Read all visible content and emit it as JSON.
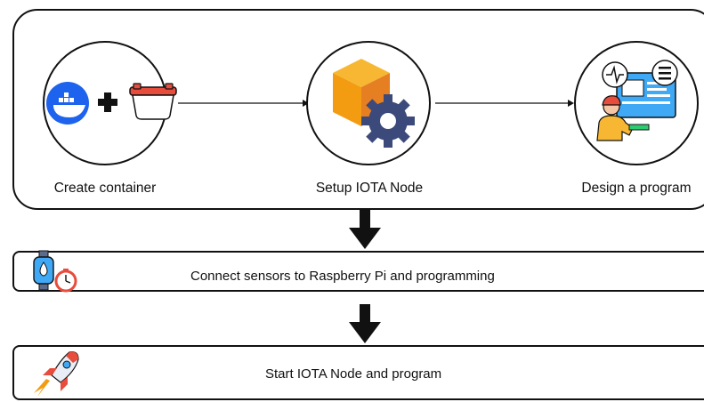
{
  "steps": [
    {
      "label": "Create container",
      "icon": "docker-plus-container-icon"
    },
    {
      "label": "Setup IOTA Node",
      "icon": "cube-gear-icon"
    },
    {
      "label": "Design a program",
      "icon": "programmer-icon"
    }
  ],
  "bars": [
    {
      "label": "Connect sensors to Raspberry Pi and programming",
      "icon": "sensor-stopwatch-icon"
    },
    {
      "label": "Start IOTA Node and program",
      "icon": "rocket-icon"
    }
  ],
  "colors": {
    "border": "#111111",
    "docker_blue": "#1d63ed",
    "box_orange": "#f39c12",
    "gear_navy": "#3b4a7a",
    "lid_red": "#e74c3c",
    "screen_blue": "#3fa9f5"
  }
}
